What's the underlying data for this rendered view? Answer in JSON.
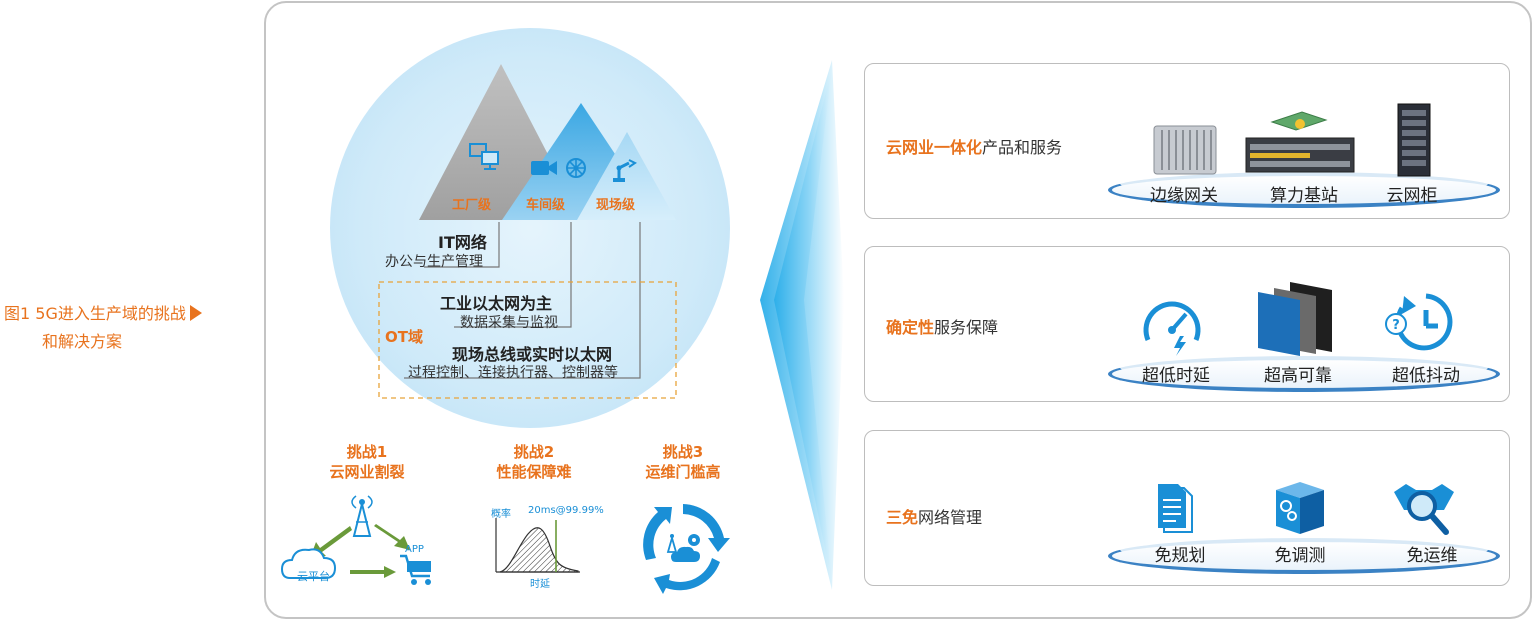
{
  "caption": {
    "line1": "图1   5G进入生产域的挑战",
    "line2": "和解决方案"
  },
  "levels": {
    "factory": "工厂级",
    "workshop": "车间级",
    "field": "现场级"
  },
  "network": {
    "it_title": "IT网络",
    "it_sub": "办公与生产管理",
    "ot_label": "OT域",
    "eth_title": "工业以太网为主",
    "eth_sub": "数据采集与监视",
    "field_title": "现场总线或实时以太网",
    "field_sub": "过程控制、连接执行器、控制器等"
  },
  "challenges": [
    {
      "line1": "挑战1",
      "line2": "云网业割裂"
    },
    {
      "line1": "挑战2",
      "line2": "性能保障难"
    },
    {
      "line1": "挑战3",
      "line2": "运维门槛高"
    }
  ],
  "challenge1_icons": {
    "cloud": "云平台",
    "app": "APP"
  },
  "challenge2_chart": {
    "ylabel": "概率",
    "annotation": "20ms@99.99%",
    "xlabel": "时延"
  },
  "panels": [
    {
      "highlight": "云网业一体化",
      "rest": "产品和服务",
      "items": [
        "边缘网关",
        "算力基站",
        "云网柜"
      ]
    },
    {
      "highlight": "确定性",
      "rest": "服务保障",
      "items": [
        "超低时延",
        "超高可靠",
        "超低抖动"
      ]
    },
    {
      "highlight": "三免",
      "rest": "网络管理",
      "items": [
        "免规划",
        "免调测",
        "免运维"
      ]
    }
  ],
  "colors": {
    "accent": "#e8731e",
    "blue": "#1a8fd6",
    "green": "#6a9a3a",
    "gray_mountain": "#ababab"
  }
}
